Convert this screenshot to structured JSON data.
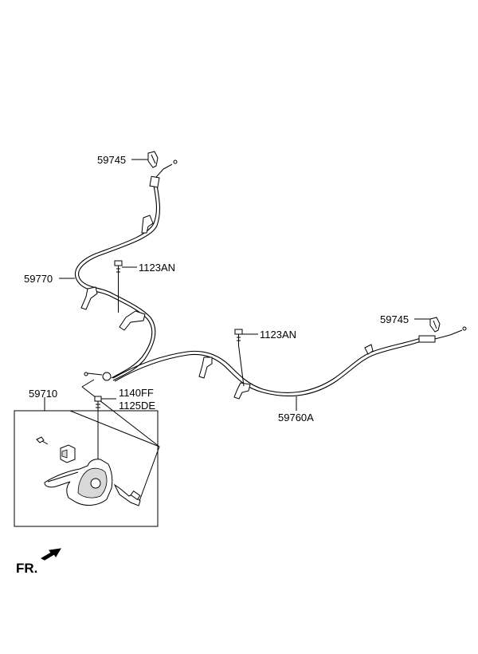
{
  "labels": {
    "clip_upper": "59745",
    "clip_right": "59745",
    "cable_left": "59770",
    "bolt_left": "1123AN",
    "bolt_right": "1123AN",
    "lever_assy": "59710",
    "bolt_lever_a": "1140FF",
    "bolt_lever_b": "1125DE",
    "cable_right": "59760A",
    "front": "FR."
  }
}
